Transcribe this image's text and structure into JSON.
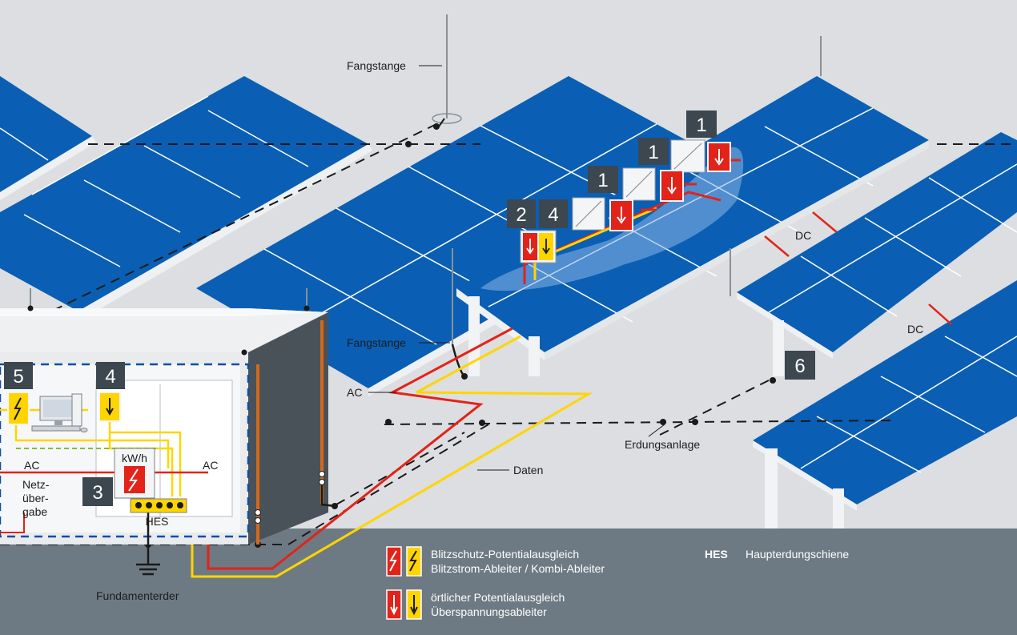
{
  "labels": {
    "fangstange_top": "Fangstange",
    "fangstange_mid": "Fangstange",
    "ac_field": "AC",
    "daten": "Daten",
    "erdungsanlage": "Erdungsanlage",
    "dc_1": "DC",
    "dc_2": "DC",
    "ac_left": "AC",
    "ac_right": "AC",
    "netz_1": "Netz-",
    "netz_2": "über-",
    "netz_3": "gabe",
    "kwh": "kW/h",
    "hes_bar": "HES",
    "fundamenterder": "Fundamenterder"
  },
  "badges": {
    "b1a": "1",
    "b1b": "1",
    "b1c": "1",
    "b2": "2",
    "b4_field": "4",
    "b5": "5",
    "b4_house": "4",
    "b3": "3",
    "b6": "6"
  },
  "legend": {
    "row1_line1": "Blitzschutz-Potentialausgleich",
    "row1_line2": "Blitzstrom-Ableiter / Kombi-Ableiter",
    "row2_line1": "örtlicher Potentialausgleich",
    "row2_line2": "Überspannungsableiter",
    "hes_abbr": "HES",
    "hes_desc": "Haupterdungschiene"
  },
  "colors": {
    "background": "#dcdee1",
    "ground": "#6e7a83",
    "panel_blue": "#0a5fb4",
    "red": "#e2231a",
    "yellow": "#ffd500",
    "badge": "#3c4750",
    "building_wall": "#4a5259",
    "earth_line": "#1a1a1a"
  }
}
